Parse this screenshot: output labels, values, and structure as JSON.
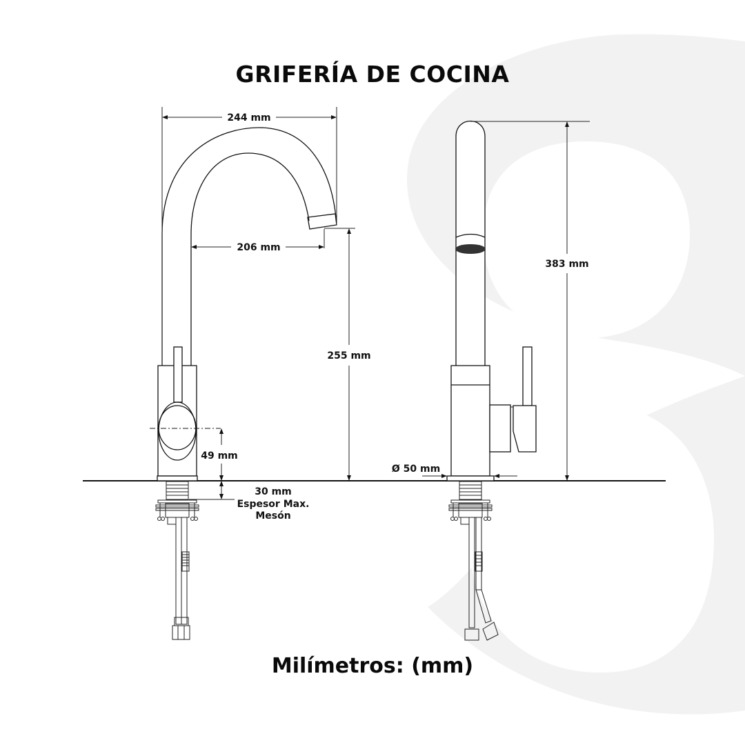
{
  "title": "GRIFERÍA DE COCINA",
  "footer": "Milímetros: (mm)",
  "colors": {
    "background": "#ffffff",
    "watermark": "#f2f2f2",
    "lines": "#111111",
    "text": "#0a0a0a",
    "aerator": "#333333"
  },
  "watermark": {
    "glyph": "8",
    "description": "large light-gray numeral 8 logo in background"
  },
  "front_view": {
    "dimensions": {
      "spout_reach_outer": "244 mm",
      "spout_reach_inner": "206 mm",
      "spout_height": "255 mm",
      "handle_axis_height": "49 mm",
      "counter_thickness_value": "30 mm",
      "counter_thickness_line1": "Espesor Max.",
      "counter_thickness_line2": "Mesón"
    }
  },
  "side_view": {
    "dimensions": {
      "total_height": "383 mm",
      "base_diameter": "Ø 50 mm"
    }
  }
}
